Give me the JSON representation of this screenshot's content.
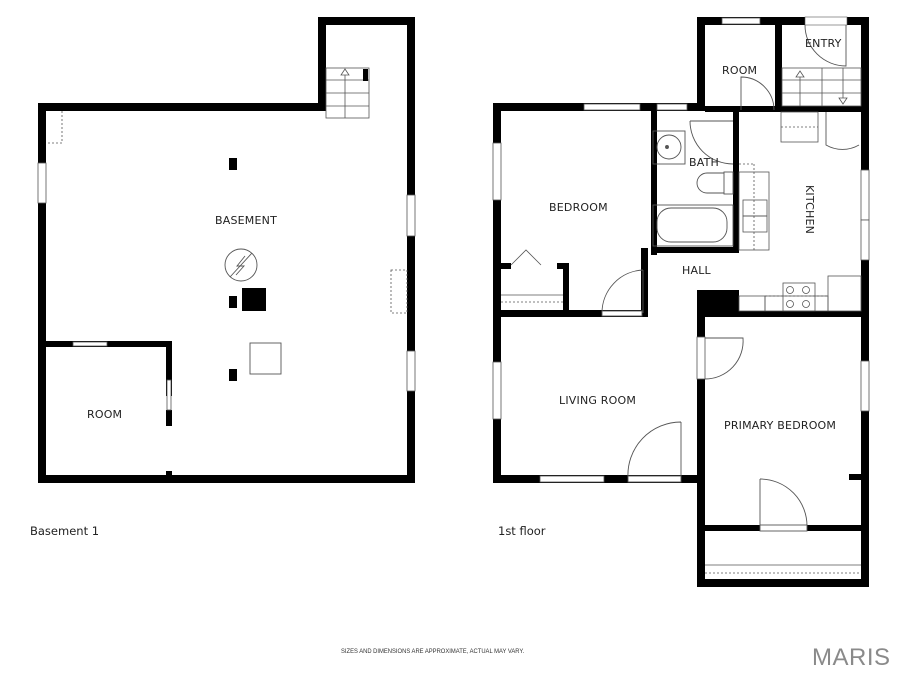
{
  "floors": [
    {
      "name": "Basement 1",
      "rooms": [
        {
          "id": "basement",
          "label": "BASEMENT"
        },
        {
          "id": "basement-room",
          "label": "ROOM"
        }
      ]
    },
    {
      "name": "1st floor",
      "rooms": [
        {
          "id": "bedroom",
          "label": "BEDROOM"
        },
        {
          "id": "bath",
          "label": "BATH"
        },
        {
          "id": "room",
          "label": "ROOM"
        },
        {
          "id": "entry",
          "label": "ENTRY"
        },
        {
          "id": "kitchen",
          "label": "KITCHEN"
        },
        {
          "id": "hall",
          "label": "HALL"
        },
        {
          "id": "living-room",
          "label": "LIVING ROOM"
        },
        {
          "id": "primary-bedroom",
          "label": "PRIMARY BEDROOM"
        }
      ]
    }
  ],
  "footer": {
    "disclaimer": "SIZES AND DIMENSIONS ARE APPROXIMATE, ACTUAL MAY VARY.",
    "brand": "MARIS"
  },
  "colors": {
    "wall": "#000000",
    "line": "#555555",
    "brand": "#8a8a8a"
  }
}
